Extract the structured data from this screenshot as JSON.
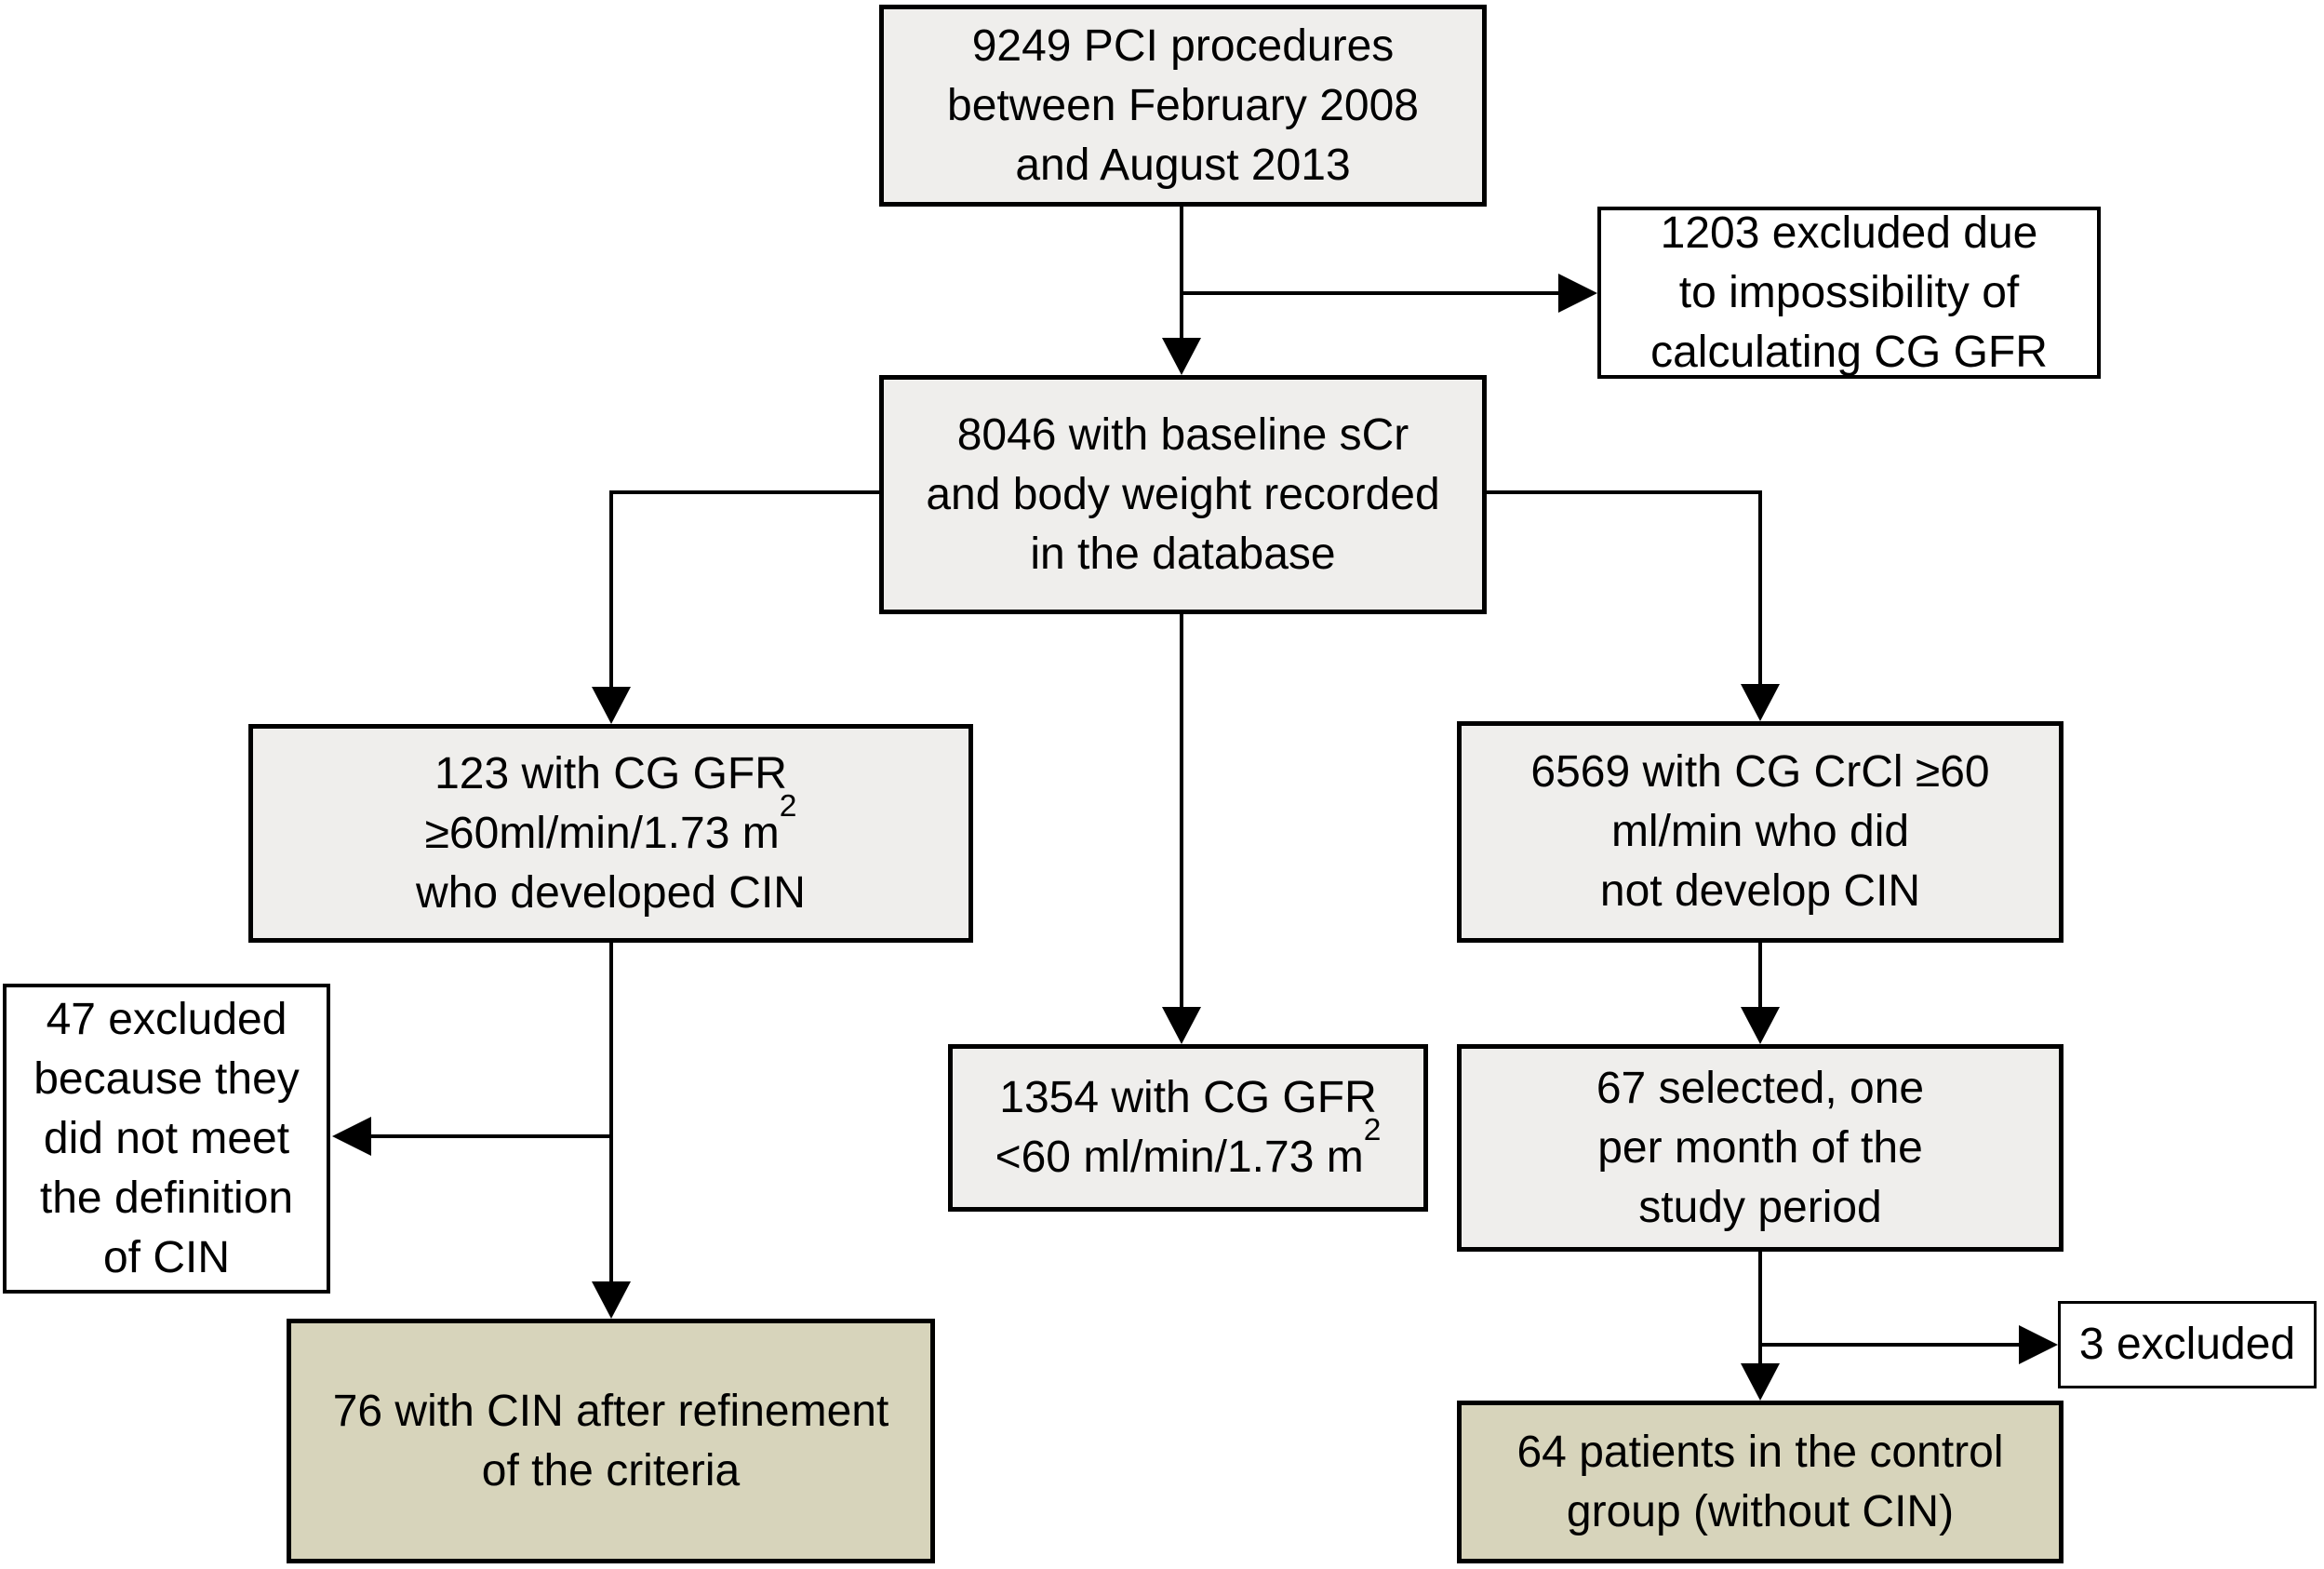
{
  "diagram": {
    "type": "flowchart",
    "background_color": "#ffffff",
    "colors": {
      "process_box_fill": "#efeeec",
      "result_box_fill": "#d7d4bb",
      "exclusion_box_fill": "#ffffff",
      "border_and_lines": "#000000",
      "text": "#000000"
    },
    "boxes": {
      "pci_procedures": {
        "style": "gray",
        "line1": "9249 PCI procedures",
        "line2": "between February 2008",
        "line3": "and August 2013"
      },
      "excluded_1203": {
        "style": "white",
        "line1": "1203 excluded due",
        "line2": "to impossibility of",
        "line3": "calculating CG GFR"
      },
      "baseline_recorded": {
        "style": "gray",
        "line1": "8046 with baseline sCr",
        "line2": "and body weight recorded",
        "line3": "in the database"
      },
      "cin_gfr_123": {
        "style": "gray",
        "line1": "123 with CG GFR",
        "line2_pre": "≥60ml/min/1.73 m",
        "line2_sup": "2",
        "line3": "who developed CIN"
      },
      "no_cin_6569": {
        "style": "gray",
        "line1": "6569 with CG CrCl ≥60",
        "line2": "ml/min who did",
        "line3": "not develop CIN"
      },
      "low_gfr_1354": {
        "style": "gray",
        "line1": "1354 with CG GFR",
        "line2_pre": "<60 ml/min/1.73 m",
        "line2_sup": "2"
      },
      "excluded_47": {
        "style": "white",
        "line1": "47 excluded",
        "line2": "because they",
        "line3": "did not meet",
        "line4": "the definition",
        "line5": "of CIN"
      },
      "selected_67": {
        "style": "gray",
        "line1": "67 selected, one",
        "line2": "per month of the",
        "line3": "study period"
      },
      "cin_refined_76": {
        "style": "tan",
        "line1": "76 with CIN after refinement",
        "line2": "of the criteria"
      },
      "excluded_3": {
        "style": "white",
        "line1": "3 excluded"
      },
      "control_group_64": {
        "style": "tan",
        "line1": "64 patients in the control",
        "line2": "group (without CIN)"
      }
    }
  }
}
